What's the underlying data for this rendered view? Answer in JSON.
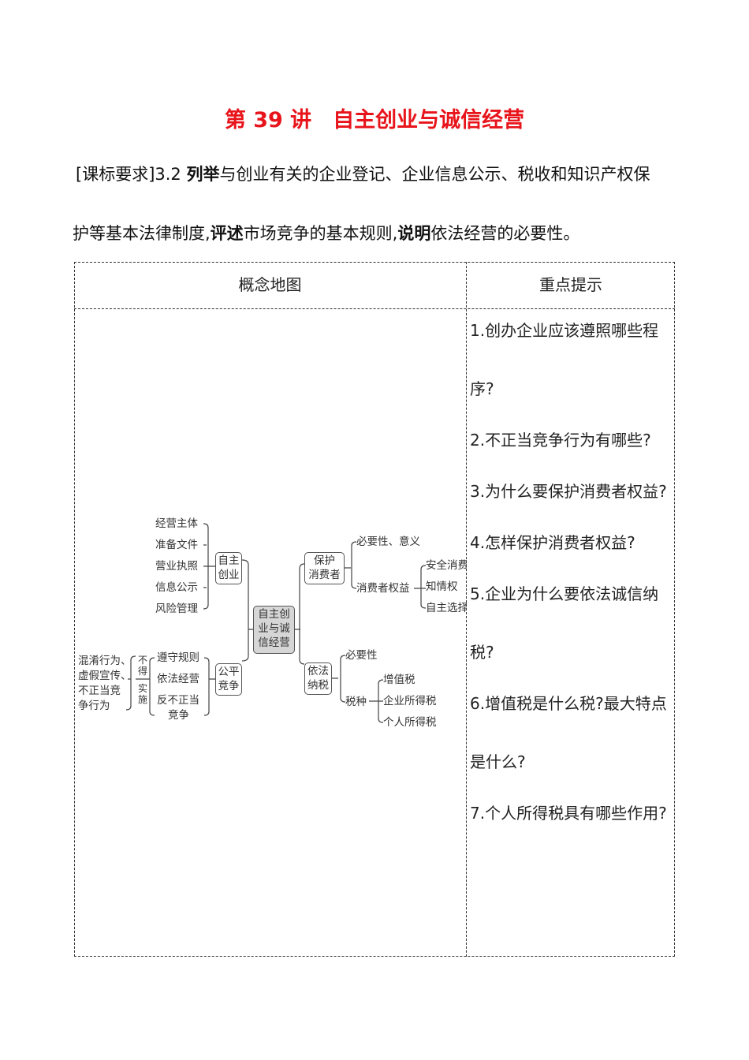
{
  "title": "第 39 讲　自主创业与诚信经营",
  "requirement": {
    "prefix": "[课标要求]3.2 ",
    "bold1": "列举",
    "text1": "与创业有关的企业登记、企业信息公示、税收和知识产权保",
    "text2": "护等基本法律制度,",
    "bold2": "评述",
    "text3": "市场竞争的基本规则,",
    "bold3": "说明",
    "text4": "依法经营的必要性。"
  },
  "table": {
    "headers": [
      "概念地图",
      "重点提示"
    ],
    "tips": [
      "1.创办企业应该遵照哪些程序?",
      "2.不正当竞争行为有哪些?",
      "3.为什么要保护消费者权益?",
      "4.怎样保护消费者权益?",
      "5.企业为什么要依法诚信纳税?",
      "6.增值税是什么税?最大特点是什么?",
      "7.个人所得税具有哪些作用?"
    ]
  },
  "concept_map": {
    "center": [
      "自主创",
      "业与诚",
      "信经营"
    ],
    "startup": {
      "box": [
        "自主",
        "创业"
      ],
      "items": [
        "经营主体",
        "准备文件",
        "营业执照",
        "信息公示",
        "风险管理"
      ]
    },
    "fair": {
      "box": [
        "公平",
        "竞争"
      ],
      "items": [
        "遵守规则",
        "依法经营",
        "反不正当",
        "竞争"
      ],
      "not": [
        "不",
        "得"
      ],
      "do": [
        "实",
        "施"
      ],
      "bad": [
        "混淆行为、",
        "虚假宣传、",
        "不正当竞",
        "争行为"
      ]
    },
    "consumer": {
      "box": [
        "保护",
        "消费者"
      ],
      "items": [
        "必要性、意义",
        "消费者权益"
      ],
      "rights": [
        "安全消费",
        "知情权",
        "自主选择"
      ]
    },
    "tax": {
      "box": [
        "依法",
        "纳税"
      ],
      "items": [
        "必要性",
        "税种"
      ],
      "types": [
        "增值税",
        "企业所得税",
        "个人所得税"
      ]
    }
  }
}
